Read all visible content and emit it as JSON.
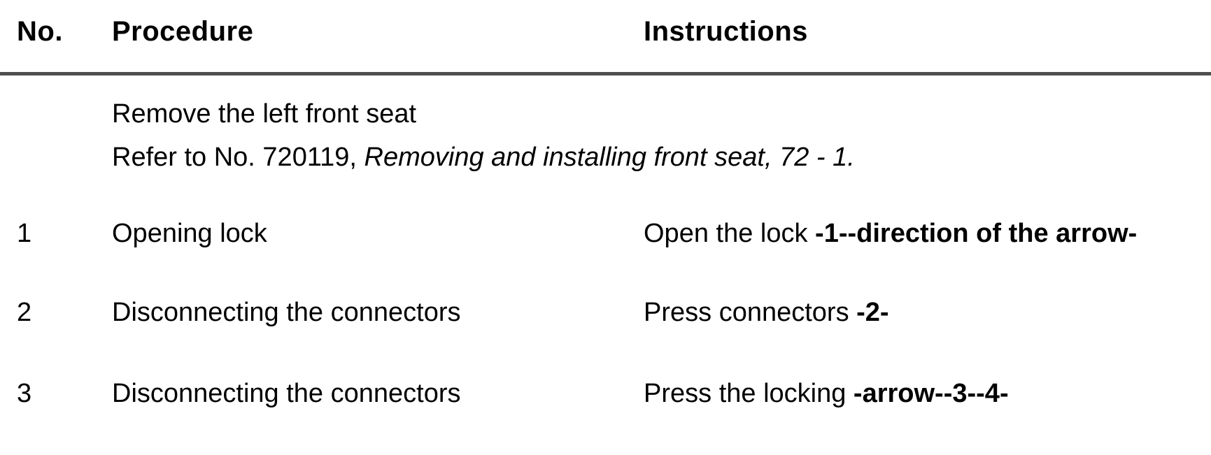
{
  "table": {
    "headers": {
      "no": "No.",
      "procedure": "Procedure",
      "instructions": "Instructions"
    },
    "intro": {
      "line1": "Remove the left front seat",
      "line2_prefix": "Refer to No. 720119, ",
      "line2_italic": "Removing and installing front seat, 72 - 1."
    },
    "rows": [
      {
        "no": "1",
        "procedure": "Opening lock",
        "instruction_text": "Open the lock ",
        "instruction_bold": "-1--direction of the arrow-"
      },
      {
        "no": "2",
        "procedure": "Disconnecting the connectors",
        "instruction_text": "Press connectors ",
        "instruction_bold": "-2-"
      },
      {
        "no": "3",
        "procedure": "Disconnecting the connectors",
        "instruction_text": "Press the locking ",
        "instruction_bold": "-arrow--3--4-"
      }
    ]
  },
  "colors": {
    "background": "#ffffff",
    "text": "#000000",
    "rule": "#4f4f4f"
  }
}
